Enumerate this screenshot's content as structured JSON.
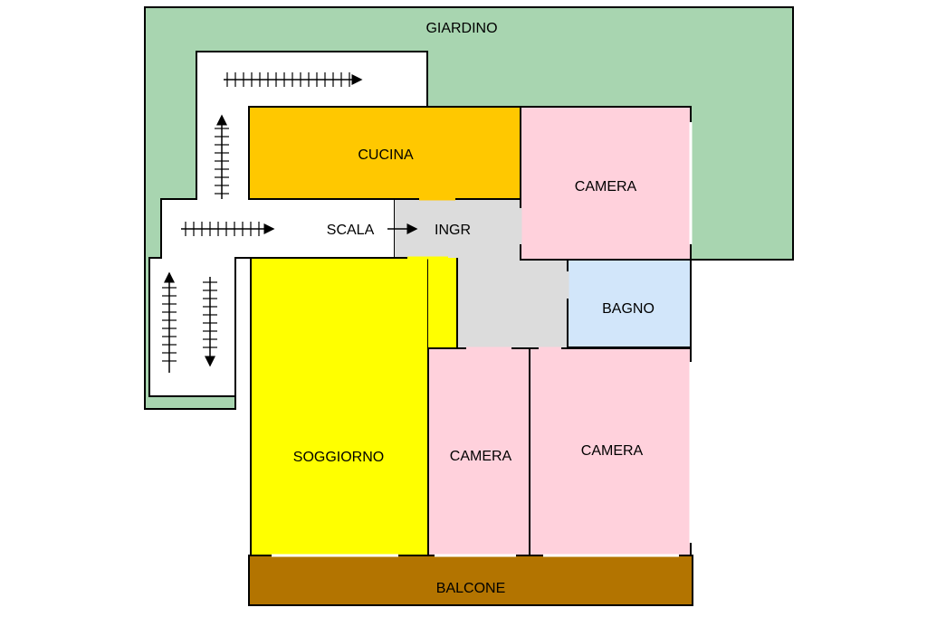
{
  "rooms": {
    "garden": {
      "label": "GIARDINO",
      "color": "#a8d5b0"
    },
    "kitchen": {
      "label": "CUCINA",
      "color": "#ffc800"
    },
    "bedroom1": {
      "label": "CAMERA",
      "color": "#ffd1dc"
    },
    "stairs": {
      "label": "SCALA",
      "color": "#ffffff"
    },
    "entrance": {
      "label": "INGR",
      "color": "#dcdcdc"
    },
    "bathroom": {
      "label": "BAGNO",
      "color": "#d2e6fa"
    },
    "living": {
      "label": "SOGGIORNO",
      "color": "#ffff00"
    },
    "bedroom2": {
      "label": "CAMERA",
      "color": "#ffd1dc"
    },
    "bedroom3": {
      "label": "CAMERA",
      "color": "#ffd1dc"
    },
    "balcony": {
      "label": "BALCONE",
      "color": "#b37400"
    }
  },
  "colors": {
    "wall": "#000000",
    "hall": "#dcdcdc"
  }
}
